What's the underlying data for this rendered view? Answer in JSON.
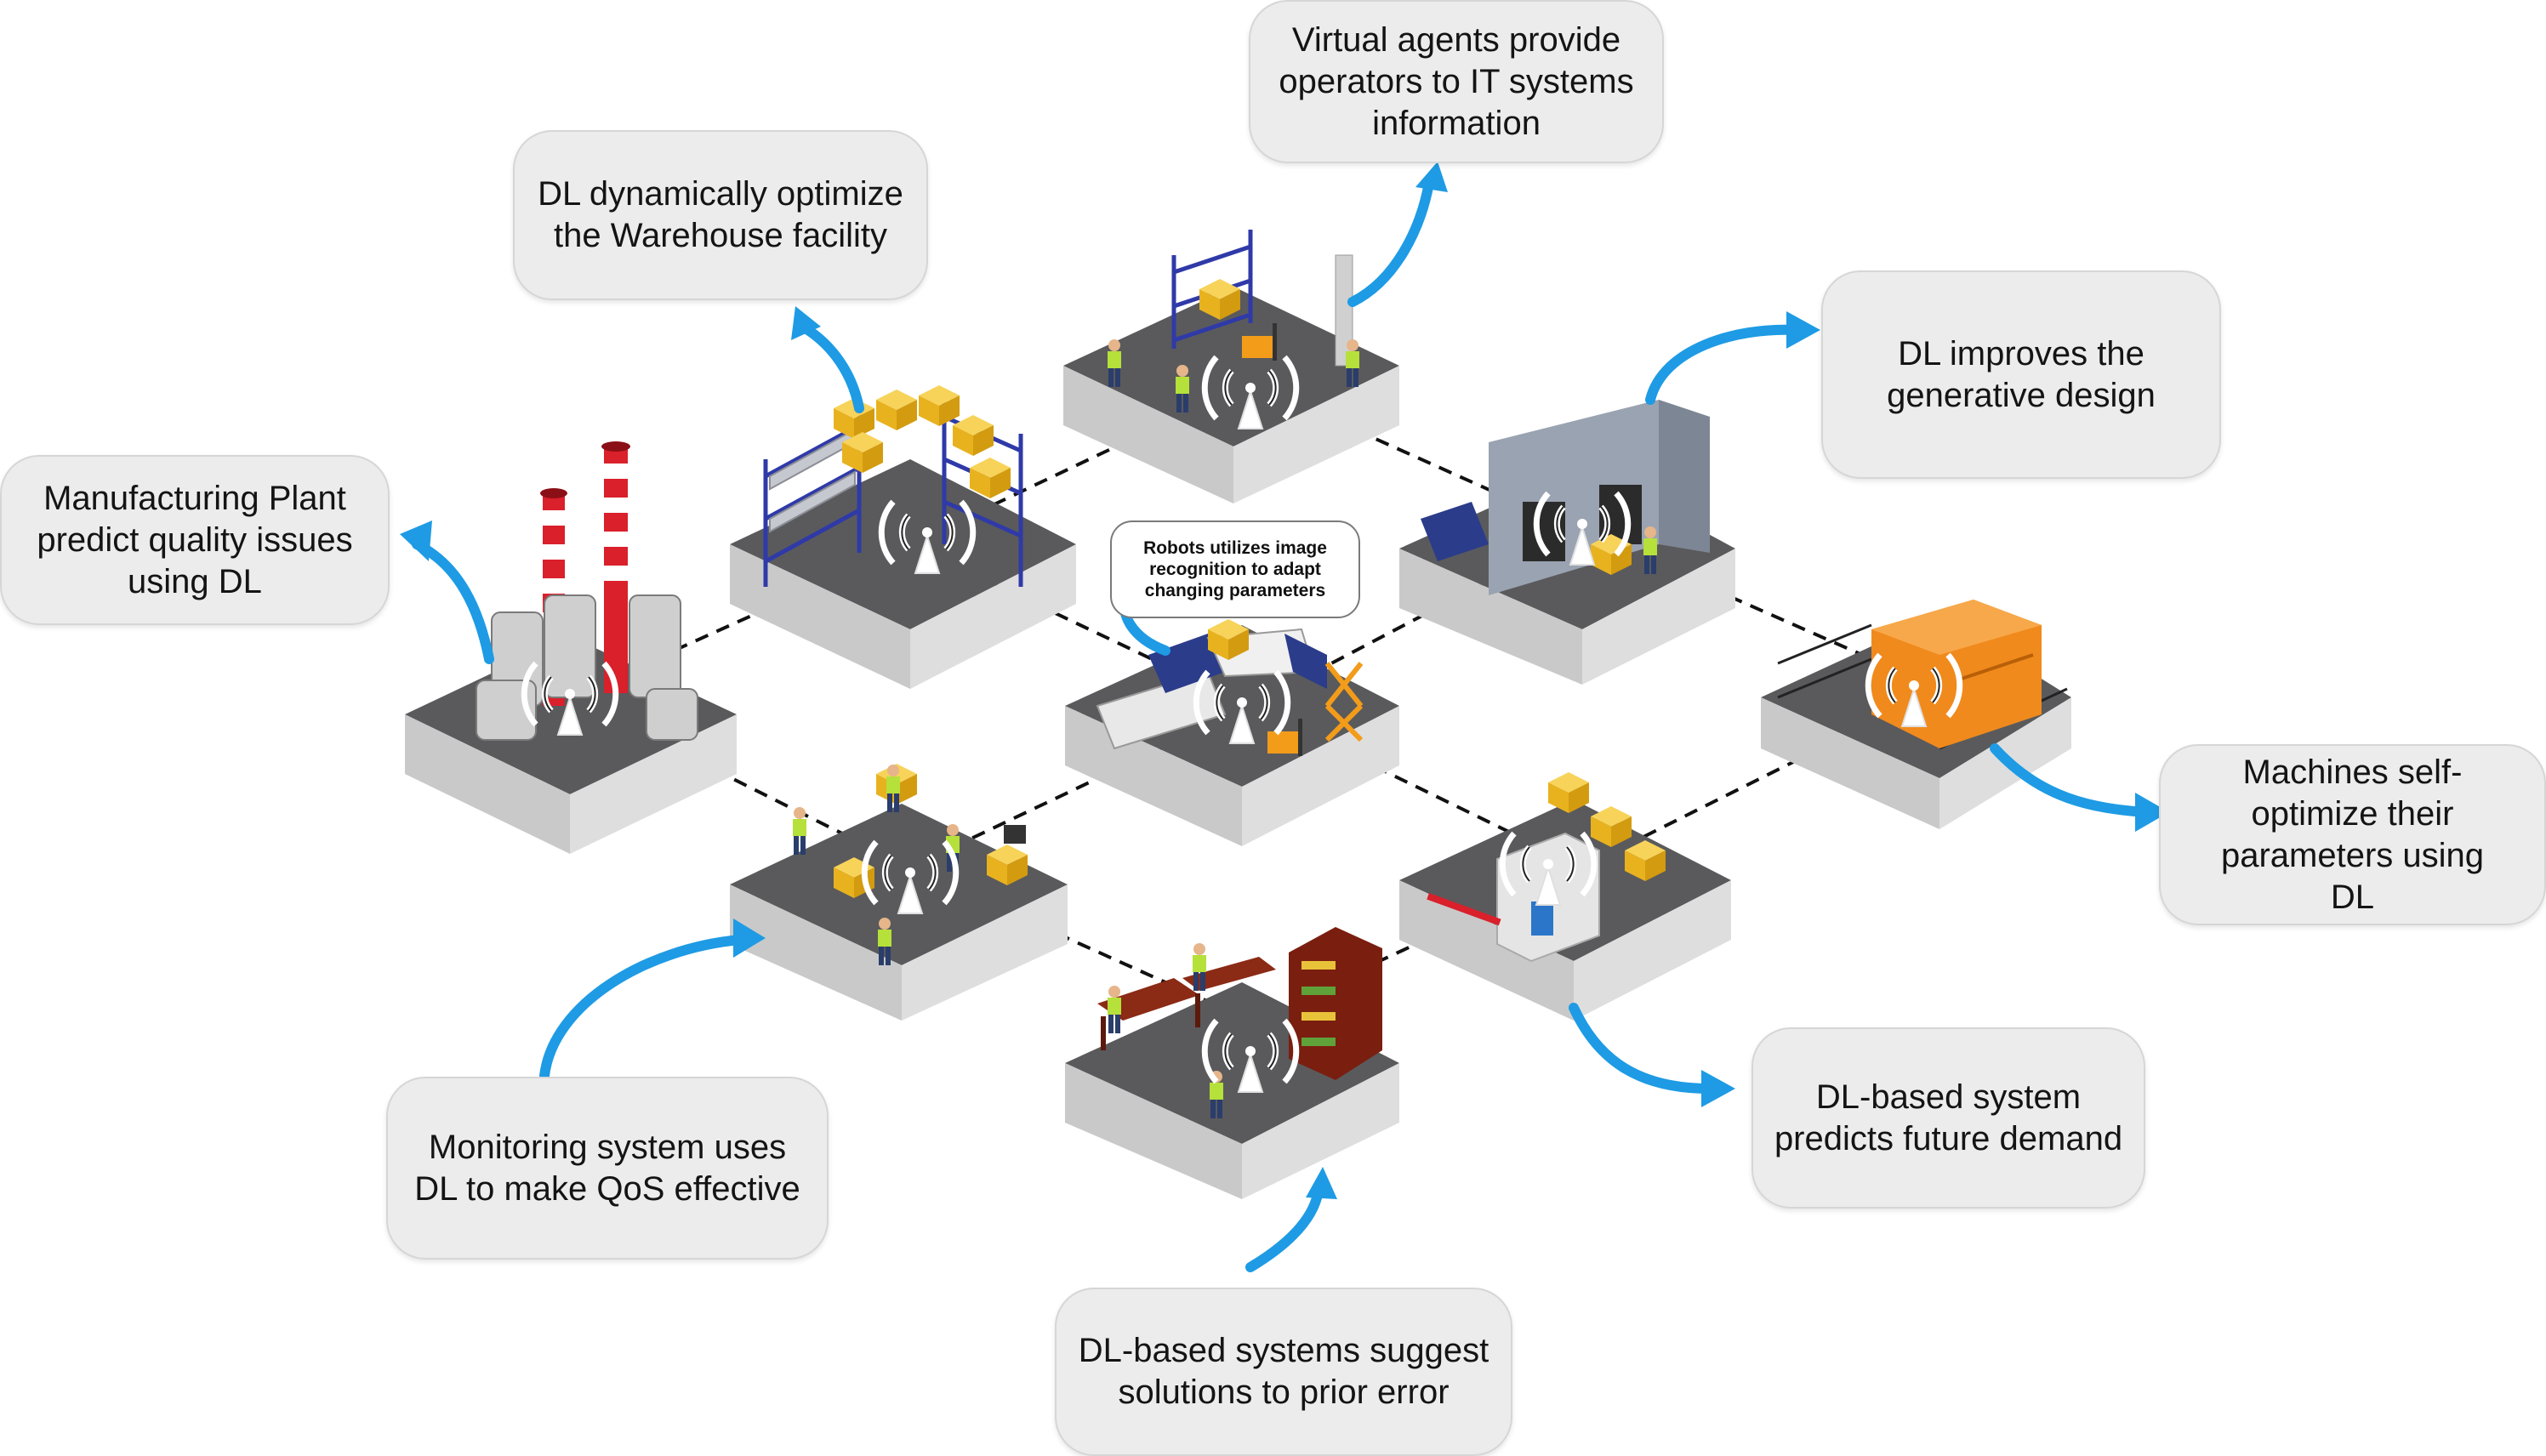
{
  "labels": {
    "manufacturing": "Manufacturing Plant\npredict quality issues\nusing DL",
    "warehouse": "DL dynamically optimize\nthe Warehouse facility",
    "virtual_agents": "Virtual agents provide\noperators to IT systems\ninformation",
    "generative_design": "DL improves the\ngenerative design",
    "machines": "Machines self-\noptimize their\nparameters using\nDL",
    "demand": "DL-based system\npredicts future demand",
    "prior_error": "DL-based systems suggest\nsolutions to prior error",
    "monitoring": "Monitoring system uses\nDL to make QoS effective",
    "robots": "Robots utilizes image\nrecognition to adapt\nchanging parameters"
  },
  "colors": {
    "arrow": "#1e9be4",
    "callout_fill": "#ececec",
    "tile_top": "#5a5a5c",
    "tile_side_left": "#c9c9c9",
    "tile_side_right": "#dedede",
    "signal": "#ffffff",
    "crate": "#f2c12e",
    "rack": "#2f3aa8",
    "generator": "#f08a1c"
  },
  "icons": [
    "wireless-signal-icon",
    "factory-chimney-icon",
    "warehouse-rack-icon",
    "forklift-icon",
    "truck-icon",
    "generator-icon",
    "office-desk-icon",
    "worker-icon",
    "loading-dock-icon"
  ]
}
